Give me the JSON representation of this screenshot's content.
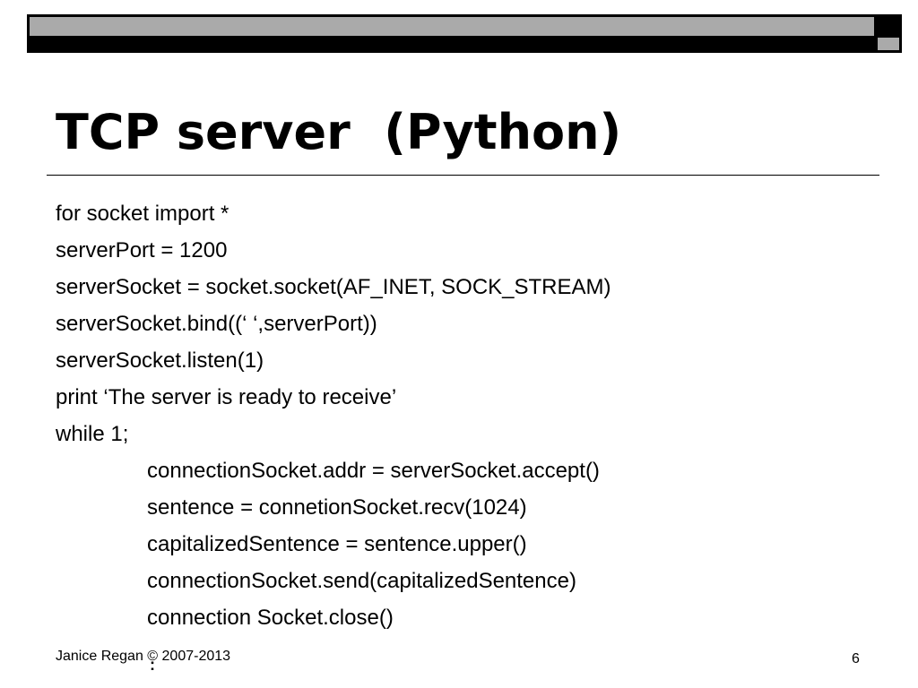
{
  "slide": {
    "title": "TCP server  (Python)",
    "code_lines": [
      {
        "text": "for socket import *",
        "indent": false
      },
      {
        "text": "serverPort = 1200",
        "indent": false
      },
      {
        "text": "serverSocket = socket.socket(AF_INET, SOCK_STREAM)",
        "indent": false
      },
      {
        "text": "serverSocket.bind((‘ ‘,serverPort))",
        "indent": false
      },
      {
        "text": "serverSocket.listen(1)",
        "indent": false
      },
      {
        "text": "print ‘The server is ready to receive’",
        "indent": false
      },
      {
        "text": "while 1;",
        "indent": false
      },
      {
        "text": "connectionSocket.addr = serverSocket.accept()",
        "indent": true
      },
      {
        "text": "sentence = connetionSocket.recv(1024)",
        "indent": true
      },
      {
        "text": "capitalizedSentence = sentence.upper()",
        "indent": true
      },
      {
        "text": "connectionSocket.send(capitalizedSentence)",
        "indent": true
      },
      {
        "text": "connection Socket.close()",
        "indent": true
      }
    ],
    "footer": {
      "author": "Janice Regan © 2007-2013",
      "mark": ":",
      "page_number": "6"
    },
    "colors": {
      "bar_dark": "#000000",
      "bar_light": "#aaaaaa",
      "background": "#ffffff",
      "text": "#000000"
    }
  }
}
